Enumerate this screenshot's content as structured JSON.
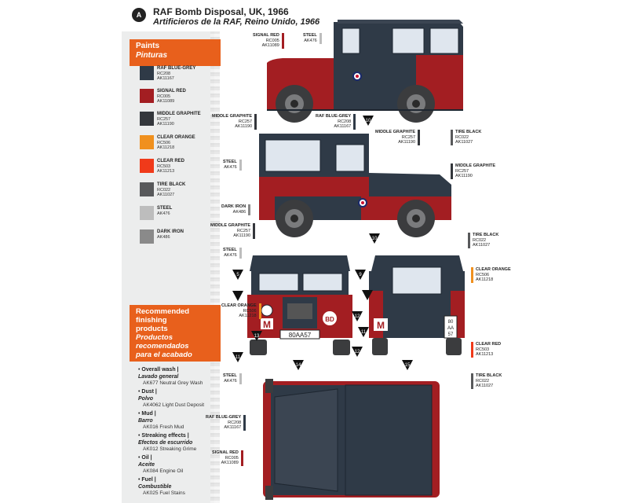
{
  "header": {
    "badge": "A",
    "title": "RAF Bomb Disposal, UK, 1966",
    "subtitle": "Artificieros de la RAF, Reino Unido, 1966"
  },
  "paints_box": {
    "title": "Paints",
    "subtitle": "Pinturas"
  },
  "paints": [
    {
      "name": "RAF BLUE-GREY",
      "code1": "RC208",
      "code2": "AK11167",
      "color": "#2f3a47"
    },
    {
      "name": "SIGNAL RED",
      "code1": "RC005",
      "code2": "AK11089",
      "color": "#a31e22"
    },
    {
      "name": "MIDDLE GRAPHITE",
      "code1": "RC257",
      "code2": "AK11190",
      "color": "#34373c"
    },
    {
      "name": "CLEAR ORANGE",
      "code1": "RC506",
      "code2": "AK11218",
      "color": "#f0901e"
    },
    {
      "name": "CLEAR RED",
      "code1": "RC503",
      "code2": "AK11213",
      "color": "#f03a1a"
    },
    {
      "name": "TIRE BLACK",
      "code1": "RC022",
      "code2": "AK11027",
      "color": "#58595b"
    },
    {
      "name": "STEEL",
      "code1": "AK476",
      "code2": "",
      "color": "#bdbdbd"
    },
    {
      "name": "DARK IRON",
      "code1": "AK486",
      "code2": "",
      "color": "#8a8a8a"
    }
  ],
  "finishing_box": {
    "title1": "Recommended",
    "title2": "finishing",
    "title3": "products",
    "sub1": "Productos",
    "sub2": "recomendados",
    "sub3": "para el acabado"
  },
  "finishing": [
    {
      "label": "Overall wash |",
      "label_es": "Lavado general",
      "product": "AK677 Neutral Grey Wash"
    },
    {
      "label": "Dust |",
      "label_es": "Polvo",
      "product": "AK4062 Light Dust Deposit"
    },
    {
      "label": "Mud |",
      "label_es": "Barro",
      "product": "AK016 Fresh Mud"
    },
    {
      "label": "Streaking effects |",
      "label_es": "Efectos de escurrido",
      "product": "AK012 Streaking Grime"
    },
    {
      "label": "Oil |",
      "label_es": "Aceite",
      "product": "AK084 Engine Oil"
    },
    {
      "label": "Fuel |",
      "label_es": "Combustible",
      "product": "AK025 Fuel Stains"
    }
  ],
  "callouts": {
    "side1_signal_red": {
      "name": "SIGNAL RED",
      "code1": "RC005",
      "code2": "AK11089"
    },
    "side1_steel": {
      "name": "STEEL",
      "code1": "AK476"
    },
    "side1_middle_graphite": {
      "name": "MIDDLE GRAPHITE",
      "code1": "RC257",
      "code2": "AK11190"
    },
    "side1_raf_blue_grey": {
      "name": "RAF BLUE-GREY",
      "code1": "RC208",
      "code2": "AK11167"
    },
    "side1_middle_graphite_b": {
      "name": "MIDDLE GRAPHITE",
      "code1": "RC257",
      "code2": "AK11190"
    },
    "side1_tire_black": {
      "name": "TIRE BLACK",
      "code1": "RC022",
      "code2": "AK11027"
    },
    "side2_steel": {
      "name": "STEEL",
      "code1": "AK476"
    },
    "side2_middle_graphite": {
      "name": "MIDDLE GRAPHITE",
      "code1": "RC257",
      "code2": "AK11190"
    },
    "side2_dark_iron": {
      "name": "DARK IRON",
      "code1": "AK486"
    },
    "side2_middle_graphite_b": {
      "name": "MIDDLE GRAPHITE",
      "code1": "RC257",
      "code2": "AK11190"
    },
    "side2_tire_black": {
      "name": "TIRE BLACK",
      "code1": "RC022",
      "code2": "AK11027"
    },
    "front_steel": {
      "name": "STEEL",
      "code1": "AK476"
    },
    "front_clear_orange": {
      "name": "CLEAR ORANGE",
      "code1": "RC506",
      "code2": "AK11218"
    },
    "front_steel_b": {
      "name": "STEEL",
      "code1": "AK476"
    },
    "rear_clear_orange": {
      "name": "CLEAR ORANGE",
      "code1": "RC506",
      "code2": "AK11218"
    },
    "rear_clear_red": {
      "name": "CLEAR RED",
      "code1": "RC503",
      "code2": "AK11213"
    },
    "rear_tire_black": {
      "name": "TIRE BLACK",
      "code1": "RC022",
      "code2": "AK11027"
    },
    "top_raf_blue_grey": {
      "name": "RAF BLUE-GREY",
      "code1": "RC208",
      "code2": "AK11167"
    },
    "top_signal_red": {
      "name": "SIGNAL RED",
      "code1": "RC005",
      "code2": "AK11089"
    }
  },
  "vehicle": {
    "marking": "M",
    "plate_front": "80AA57",
    "plate_rear_1": "80",
    "plate_rear_2": "AA",
    "plate_rear_3": "57",
    "bd_badge": "BD"
  },
  "markers": {
    "m10a": "10",
    "m10b": "10",
    "m5": "5",
    "m9": "9",
    "m12a": "12",
    "m11a": "11",
    "m14": "14",
    "m15": "15",
    "m13": "13",
    "m12b": "12",
    "m11b": "11"
  },
  "colors": {
    "orange": "#e8601c",
    "raf_blue_grey": "#2f3a47",
    "signal_red": "#a31e22",
    "tire_black": "#3b3c3e"
  }
}
